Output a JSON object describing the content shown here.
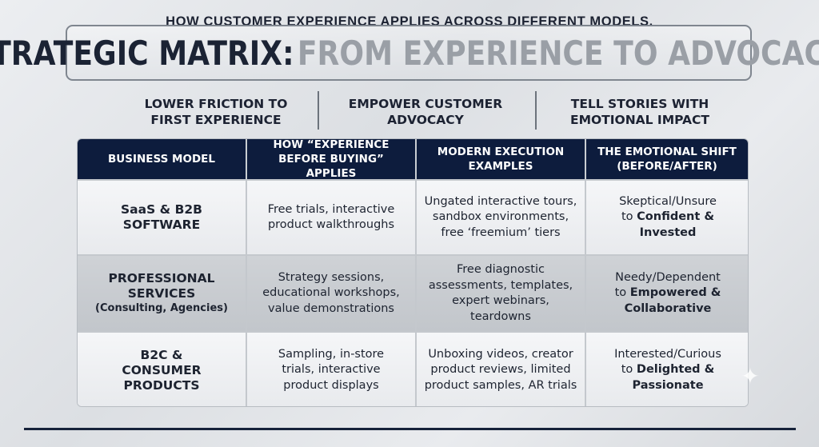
{
  "header": {
    "subtitle": "HOW CUSTOMER EXPERIENCE APPLIES ACROSS DIFFERENT MODELS.",
    "title_dark": "STRATEGIC MATRIX:",
    "title_light": "FROM EXPERIENCE TO ADVOCACY"
  },
  "pillars": [
    {
      "line1": "LOWER FRICTION TO",
      "line2": "FIRST EXPERIENCE"
    },
    {
      "line1": "EMPOWER CUSTOMER",
      "line2": "ADVOCACY"
    },
    {
      "line1": "TELL STORIES WITH",
      "line2": "EMOTIONAL IMPACT"
    }
  ],
  "table": {
    "headers": [
      {
        "line1": "BUSINESS MODEL",
        "line2": ""
      },
      {
        "line1": "HOW “EXPERIENCE",
        "line2": "BEFORE BUYING” APPLIES"
      },
      {
        "line1": "MODERN EXECUTION",
        "line2": "EXAMPLES"
      },
      {
        "line1": "THE EMOTIONAL SHIFT",
        "line2": "(BEFORE/AFTER)"
      }
    ],
    "rows": [
      {
        "model": {
          "line1": "SaaS & B2B",
          "line2": "SOFTWARE",
          "line3": ""
        },
        "applies": [
          "Free trials, interactive",
          "product walkthroughs"
        ],
        "examples": [
          "Ungated interactive tours,",
          "sandbox environments,",
          "free ‘freemium’ tiers"
        ],
        "shift": {
          "before": "Skeptical/Unsure",
          "to": "to",
          "after1": "Confident &",
          "after2": "Invested"
        }
      },
      {
        "model": {
          "line1": "PROFESSIONAL",
          "line2": "SERVICES",
          "line3": "(Consulting, Agencies)"
        },
        "applies": [
          "Strategy sessions,",
          "educational workshops,",
          "value demonstrations"
        ],
        "examples": [
          "Free diagnostic",
          "assessments, templates,",
          "expert webinars, teardowns"
        ],
        "shift": {
          "before": "Needy/Dependent",
          "to": "to",
          "after1": "Empowered &",
          "after2": "Collaborative"
        }
      },
      {
        "model": {
          "line1": "B2C &",
          "line2": "CONSUMER",
          "line3": "PRODUCTS"
        },
        "applies": [
          "Sampling, in-store",
          "trials, interactive",
          "product displays"
        ],
        "examples": [
          "Unboxing videos, creator",
          "product reviews, limited",
          "product samples, AR trials"
        ],
        "shift": {
          "before": "Interested/Curious",
          "to": "to",
          "after1": "Delighted &",
          "after2": "Passionate"
        }
      }
    ]
  },
  "colors": {
    "header_bg": "#0d1c3d",
    "title_dark": "#1b2334",
    "title_light": "#9a9fa6",
    "row_mid_bg": "#c8cbd0"
  },
  "decor": {
    "sparkle_icon": "sparkle-icon"
  }
}
